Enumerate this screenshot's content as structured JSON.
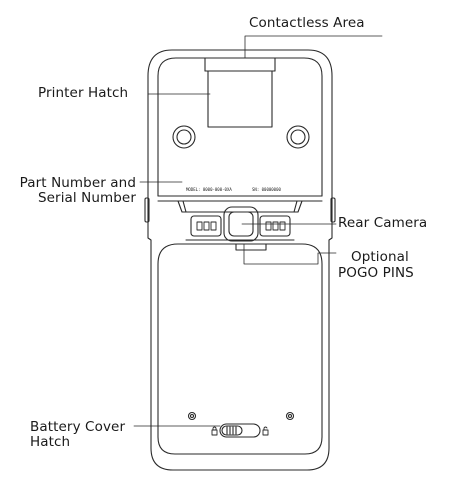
{
  "labels": {
    "contactless_area": "Contactless Area",
    "printer_hatch": "Printer Hatch",
    "part_serial_line1": "Part Number and",
    "part_serial_line2": "Serial Number",
    "rear_camera": "Rear Camera",
    "pogo_line1": "Optional",
    "pogo_line2": "POGO PINS",
    "battery_line1": "Battery Cover",
    "battery_line2": "Hatch"
  },
  "sticker": {
    "left_text": "MODEL: 0000-000-0XA",
    "right_text": "SN: 00000000"
  },
  "colors": {
    "line": "#2a2a2a",
    "text": "#1a1a1a",
    "background": "#ffffff"
  }
}
